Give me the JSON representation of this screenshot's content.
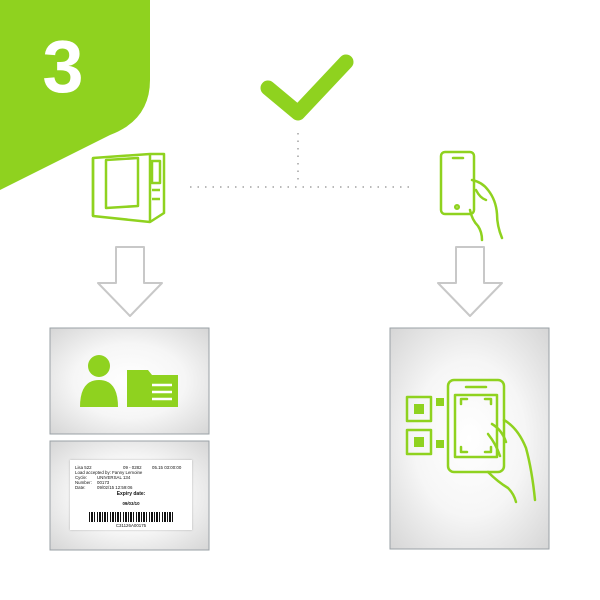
{
  "step": {
    "number": "3"
  },
  "colors": {
    "accent": "#8fd21f",
    "arrow_outline": "#c8c8c8",
    "dotted_line": "#b9b9b9"
  },
  "icons": {
    "checkmark": "check-icon",
    "sterilizer": "sterilizer-icon",
    "smartphone": "phone-in-hand-icon",
    "user": "user-icon",
    "folder": "folder-icon",
    "qr_scan": "qr-scan-icon"
  },
  "label": {
    "line1_left": "Lisa 522",
    "line1_mid": "09 - 0282",
    "line1_right": "05.15 03:00:00",
    "line2": "Load accepted by: Fanny Lemoine",
    "cycle_key": "Cycle:",
    "cycle_val": "UNIVERSAL 134",
    "number_key": "Number:",
    "number_val": "00173",
    "date_key": "Date:",
    "date_val": "09/02/15  12:59:06",
    "expiry_title": "Expiry date:",
    "expiry_val": "09/03/10",
    "barcode_text": "C31126A00175"
  }
}
